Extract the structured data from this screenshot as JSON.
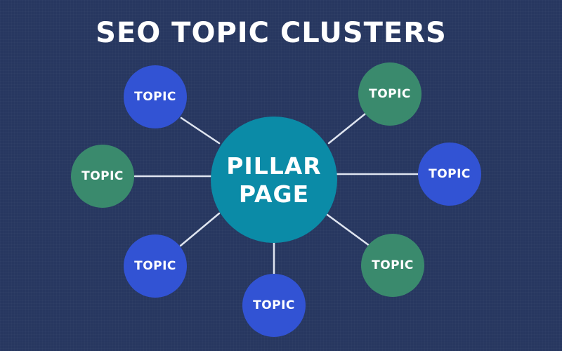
{
  "header": {
    "title": "SEO TOPIC CLUSTERS"
  },
  "colors": {
    "background": "#273760",
    "pillar": "#0b8ba7",
    "topic_blue": "#3253d4",
    "topic_green": "#3a8a6d",
    "connector": "#dfe5f0"
  },
  "pillar": {
    "label": "PILLAR\nPAGE"
  },
  "topics": [
    {
      "label": "TOPIC",
      "color": "blue"
    },
    {
      "label": "TOPIC",
      "color": "green"
    },
    {
      "label": "TOPIC",
      "color": "green"
    },
    {
      "label": "TOPIC",
      "color": "blue"
    },
    {
      "label": "TOPIC",
      "color": "blue"
    },
    {
      "label": "TOPIC",
      "color": "green"
    },
    {
      "label": "TOPIC",
      "color": "blue"
    }
  ]
}
